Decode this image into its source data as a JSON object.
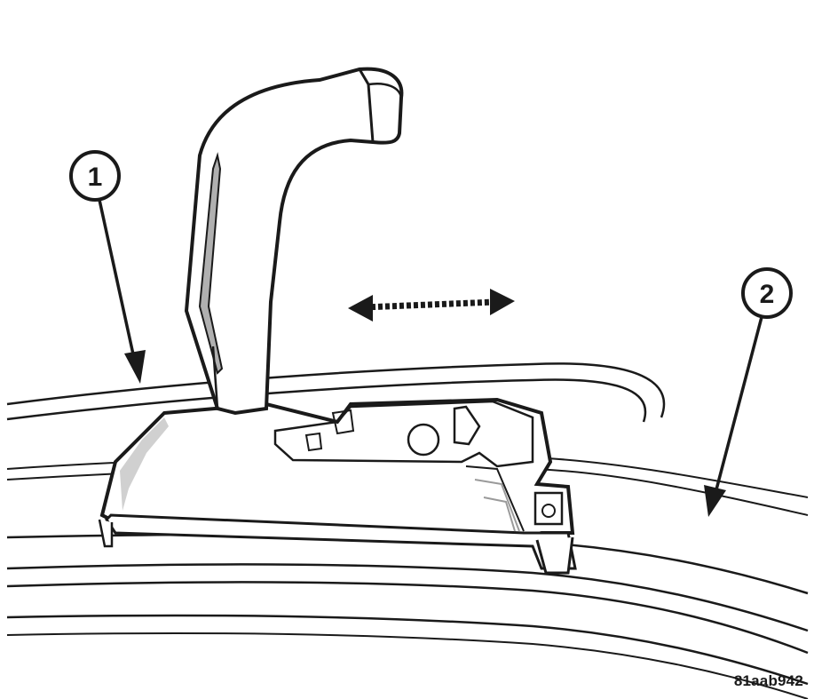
{
  "figure": {
    "id_label": "81aab942",
    "callouts": [
      {
        "label": "1"
      },
      {
        "label": "2"
      }
    ],
    "icons": [
      "lever-handle-icon",
      "shifter-base-icon",
      "double-arrow-icon"
    ],
    "colors": {
      "line": "#1a1a1a",
      "background": "#ffffff",
      "shade": "#9a9a9a"
    }
  }
}
